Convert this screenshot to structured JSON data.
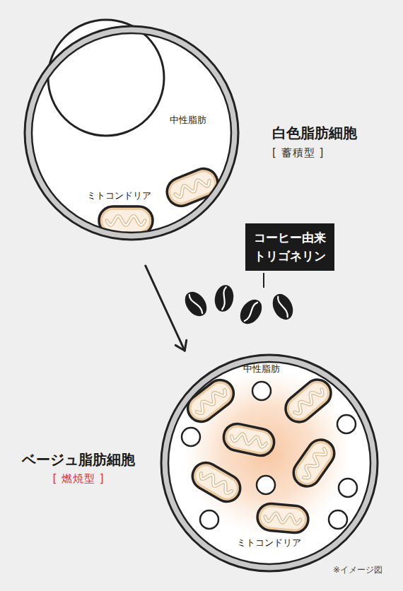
{
  "diagram": {
    "nodes": [
      {
        "text": [
          "白色脂肪細胞",
          "[ 蓄積型 ]"
        ]
      },
      {
        "text": [
          "ベージュ脂肪細胞",
          "[ 燃焼型 ]"
        ]
      },
      {
        "text": [
          "コーヒー由来 トリゴネリン"
        ]
      }
    ],
    "edges": [
      {
        "from": 0,
        "to": 1,
        "arrow": "to"
      }
    ],
    "labels": [
      "中性脂肪",
      "ミトコンドリア",
      "中性脂肪",
      "ミトコンドリア",
      "※イメージ図"
    ]
  }
}
